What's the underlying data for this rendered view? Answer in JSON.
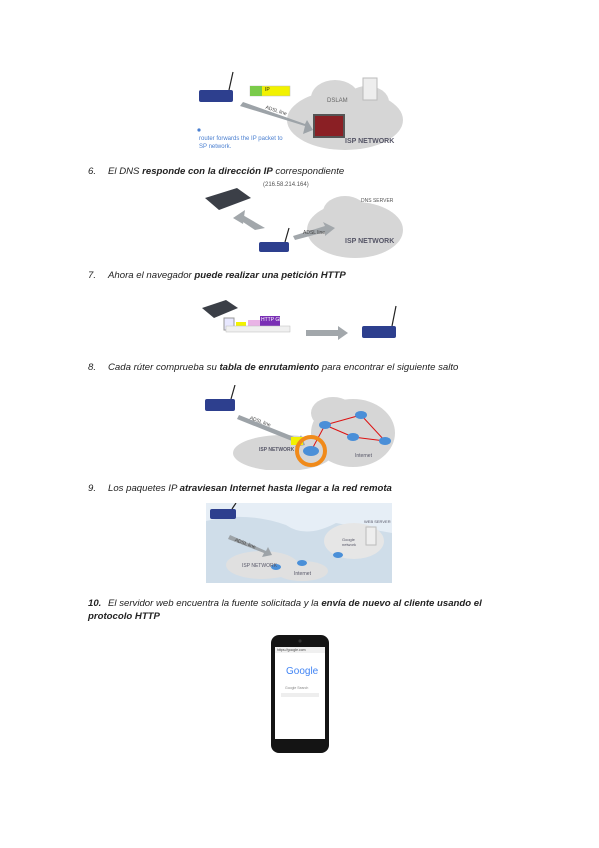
{
  "figures": {
    "fig1": {
      "caption_lines": [
        "router forwards the IP packet to",
        "SP network."
      ],
      "dslam": "DSLAM",
      "isp": "ISP NETWORK",
      "link": "ADSL line",
      "packet": "IP"
    },
    "fig2": {
      "ip": "(216.58.214.164)",
      "dns": "DNS SERVER",
      "isp": "ISP NETWORK",
      "link": "ADSL line"
    },
    "fig3": {
      "http": "HTTP GET"
    },
    "fig4": {
      "link": "ADSL line",
      "isp": "ISP NETWORK",
      "internet": "Internet"
    },
    "fig5": {
      "link": "ADSL line",
      "isp": "ISP NETWORK",
      "internet": "Internet",
      "google": "Google network",
      "web": "WEB SERVER"
    },
    "fig6": {
      "logo": "Google",
      "url": "https://google.com",
      "search": "Google Search"
    }
  },
  "items": [
    {
      "num": "6.",
      "parts": [
        [
          "El DNS ",
          false
        ],
        [
          "responde con la dirección IP",
          true
        ],
        [
          " correspondiente",
          false
        ]
      ]
    },
    {
      "num": "7.",
      "parts": [
        [
          "Ahora el navegador ",
          false
        ],
        [
          "puede realizar una petición HTTP",
          true
        ]
      ]
    },
    {
      "num": "8.",
      "parts": [
        [
          "Cada rúter comprueba su ",
          false
        ],
        [
          "tabla de enrutamiento",
          true
        ],
        [
          " para encontrar el siguiente salto",
          false
        ]
      ]
    },
    {
      "num": "9.",
      "parts": [
        [
          "Los paquetes IP ",
          false
        ],
        [
          "atraviesan Internet hasta llegar a la red remota",
          true
        ]
      ]
    },
    {
      "num": "10.",
      "parts": [
        [
          "El servidor web encuentra la fuente solicitada y la ",
          false
        ],
        [
          "envía de nuevo al cliente usando el protocolo HTTP",
          true
        ]
      ]
    }
  ]
}
